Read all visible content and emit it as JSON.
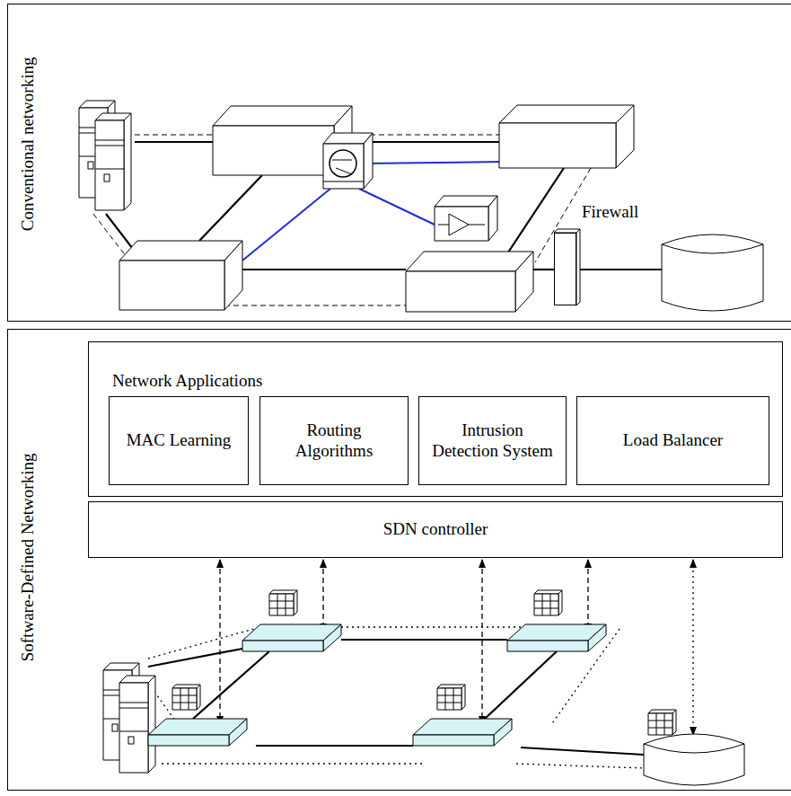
{
  "diagram": {
    "nodes": [
      {
        "text": [
          "Conventional networking"
        ]
      },
      {
        "text": [
          "Firewall"
        ],
        "in": 0
      },
      {
        "text": [
          "Software-Defined Networking"
        ]
      },
      {
        "text": [
          "Network Applications"
        ],
        "in": 2
      },
      {
        "text": [
          "MAC Learning"
        ],
        "in": 3
      },
      {
        "text": [
          "Routing Algorithms"
        ],
        "in": 3
      },
      {
        "text": [
          "Intrusion Detection System"
        ],
        "in": 3
      },
      {
        "text": [
          "Load Balancer"
        ],
        "in": 3
      },
      {
        "text": [
          "SDN controller"
        ],
        "in": 2
      }
    ]
  }
}
